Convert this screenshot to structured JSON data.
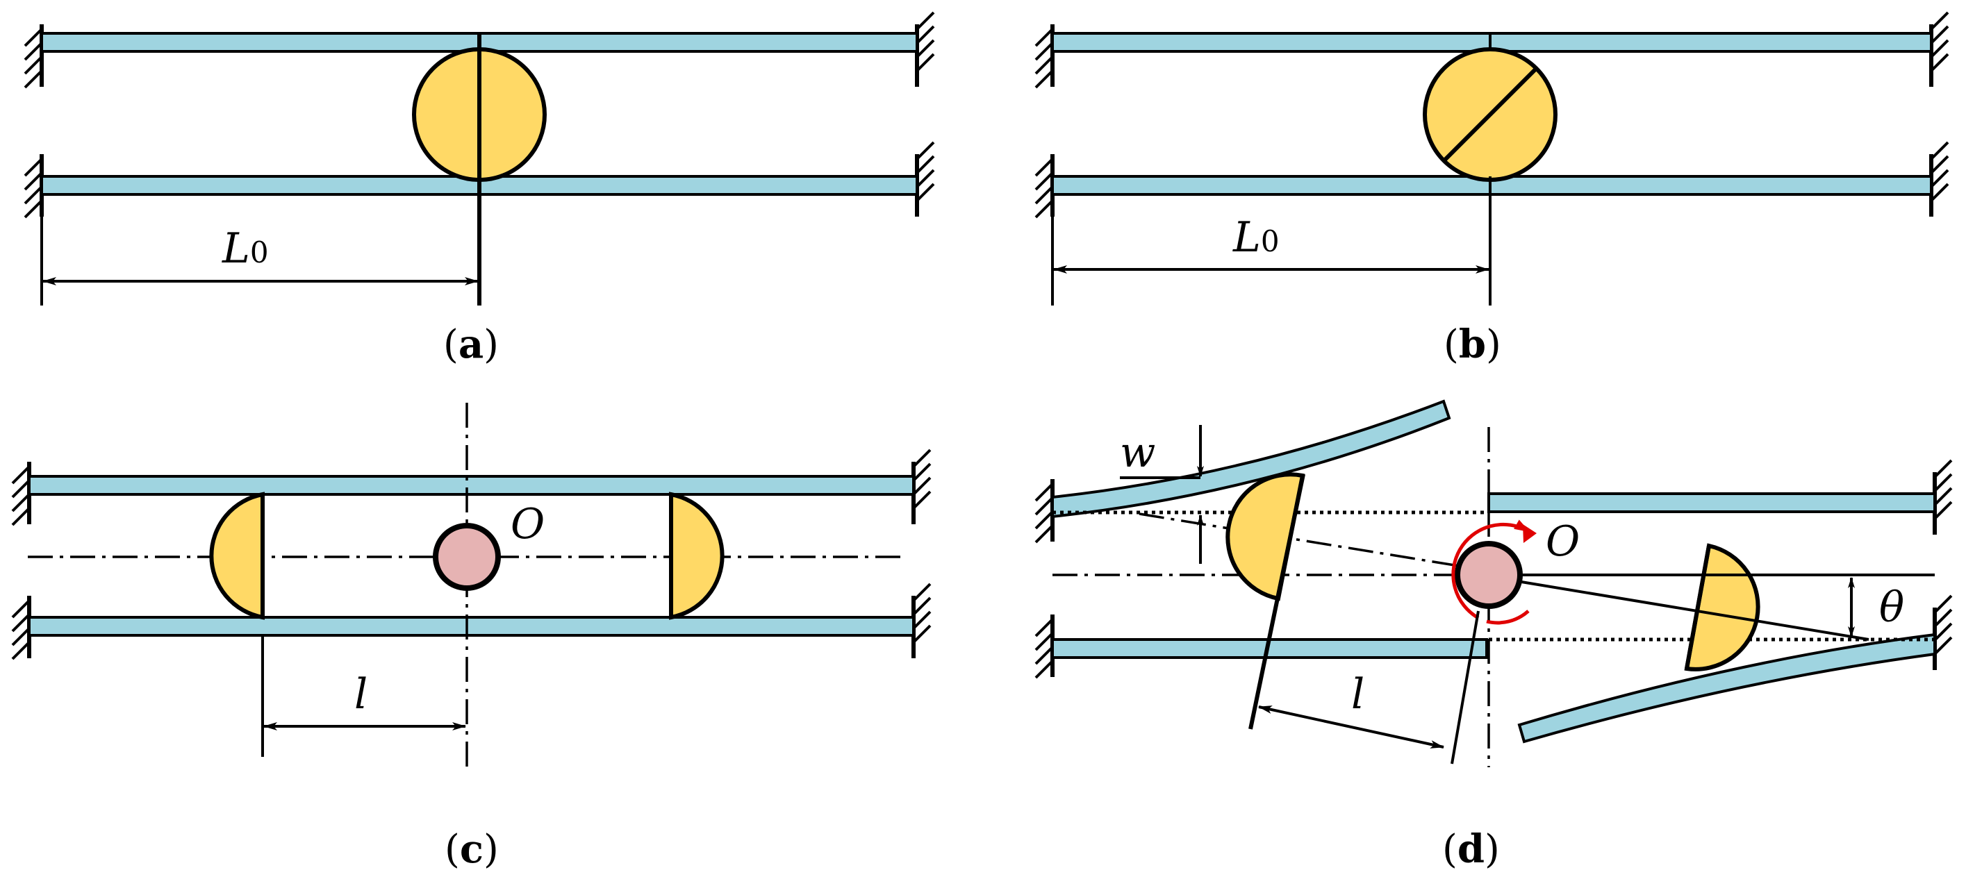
{
  "panels": [
    {
      "id": "a",
      "dimension_label": {
        "symbol": "L",
        "subscript": "0"
      },
      "caption": {
        "open": "(",
        "letter": "a",
        "close": ")"
      }
    },
    {
      "id": "b",
      "dimension_label": {
        "symbol": "L",
        "subscript": "0"
      },
      "caption": {
        "open": "(",
        "letter": "b",
        "close": ")"
      }
    },
    {
      "id": "c",
      "center_label": "O",
      "dimension_label": "l",
      "caption": {
        "open": "(",
        "letter": "c",
        "close": ")"
      }
    },
    {
      "id": "d",
      "center_label": "O",
      "dimension_label": "l",
      "deflection_label": "w",
      "angle_label": "θ",
      "caption": {
        "open": "(",
        "letter": "d",
        "close": ")"
      }
    }
  ],
  "colors": {
    "beam": "#9fd4e0",
    "roller": "#ffd966",
    "pin": "#e6b3b3",
    "rotation_arrow": "#e00000",
    "outline": "#000000"
  }
}
